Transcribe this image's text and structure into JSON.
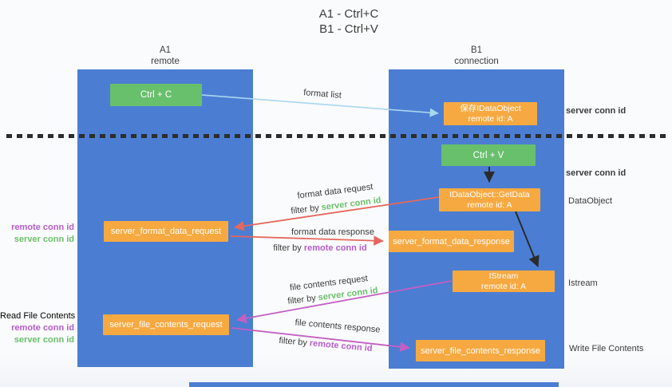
{
  "title": {
    "line1": "A1 - Ctrl+C",
    "line2": "B1 - Ctrl+V"
  },
  "lanes": {
    "left": {
      "title": "A1",
      "subtitle": "remote"
    },
    "right": {
      "title": "B1",
      "subtitle": "connection"
    }
  },
  "nodes": {
    "ctrl_c": {
      "label": "Ctrl + C"
    },
    "ctrl_v": {
      "label": "Ctrl + V"
    },
    "save_idataobject": {
      "line1": "保存IDataObject",
      "line2": "remote id: A"
    },
    "idataobject_getdata": {
      "line1": "IDataObject::GetData",
      "line2": "remote id: A"
    },
    "istream": {
      "line1": "IStream",
      "line2": "remote id: A"
    },
    "server_format_data_request": {
      "label": "server_format_data_request"
    },
    "server_format_data_response": {
      "label": "server_format_data_response"
    },
    "server_file_contents_request": {
      "label": "server_file_contents_request"
    },
    "server_file_contents_response": {
      "label": "server_file_contents_response"
    }
  },
  "arrow_labels": {
    "format_list": "format list",
    "format_data_request": "format data request",
    "format_data_response": "format data response",
    "file_contents_request": "file contents request",
    "file_contents_response": "file contents response",
    "filter_by": "filter by ",
    "server_conn_id": "server conn id",
    "remote_conn_id": "remote conn id"
  },
  "side_labels": {
    "right_server_conn_id_top": "server conn id",
    "right_server_conn_id_mid": "server conn id",
    "dataobject": "DataObject",
    "istream": "Istream",
    "write_file_contents": "Write File Contents",
    "read_file_contents": "Read File Contents",
    "left_remote_conn_id_top": "remote conn id",
    "left_server_conn_id_top": "server conn id",
    "left_remote_conn_id_bottom": "remote conn id",
    "left_server_conn_id_bottom": "server conn id"
  },
  "colors": {
    "lane_blue": "#4b7ed3",
    "node_green": "#68bf6c",
    "node_orange": "#f7a941",
    "arrow_lightblue": "#a9d7ef",
    "arrow_red": "#e5675e",
    "arrow_magenta": "#c35fc3",
    "arrow_black": "#2b2b2b",
    "text_green": "#6abf6b",
    "text_purple": "#b55ccc"
  }
}
